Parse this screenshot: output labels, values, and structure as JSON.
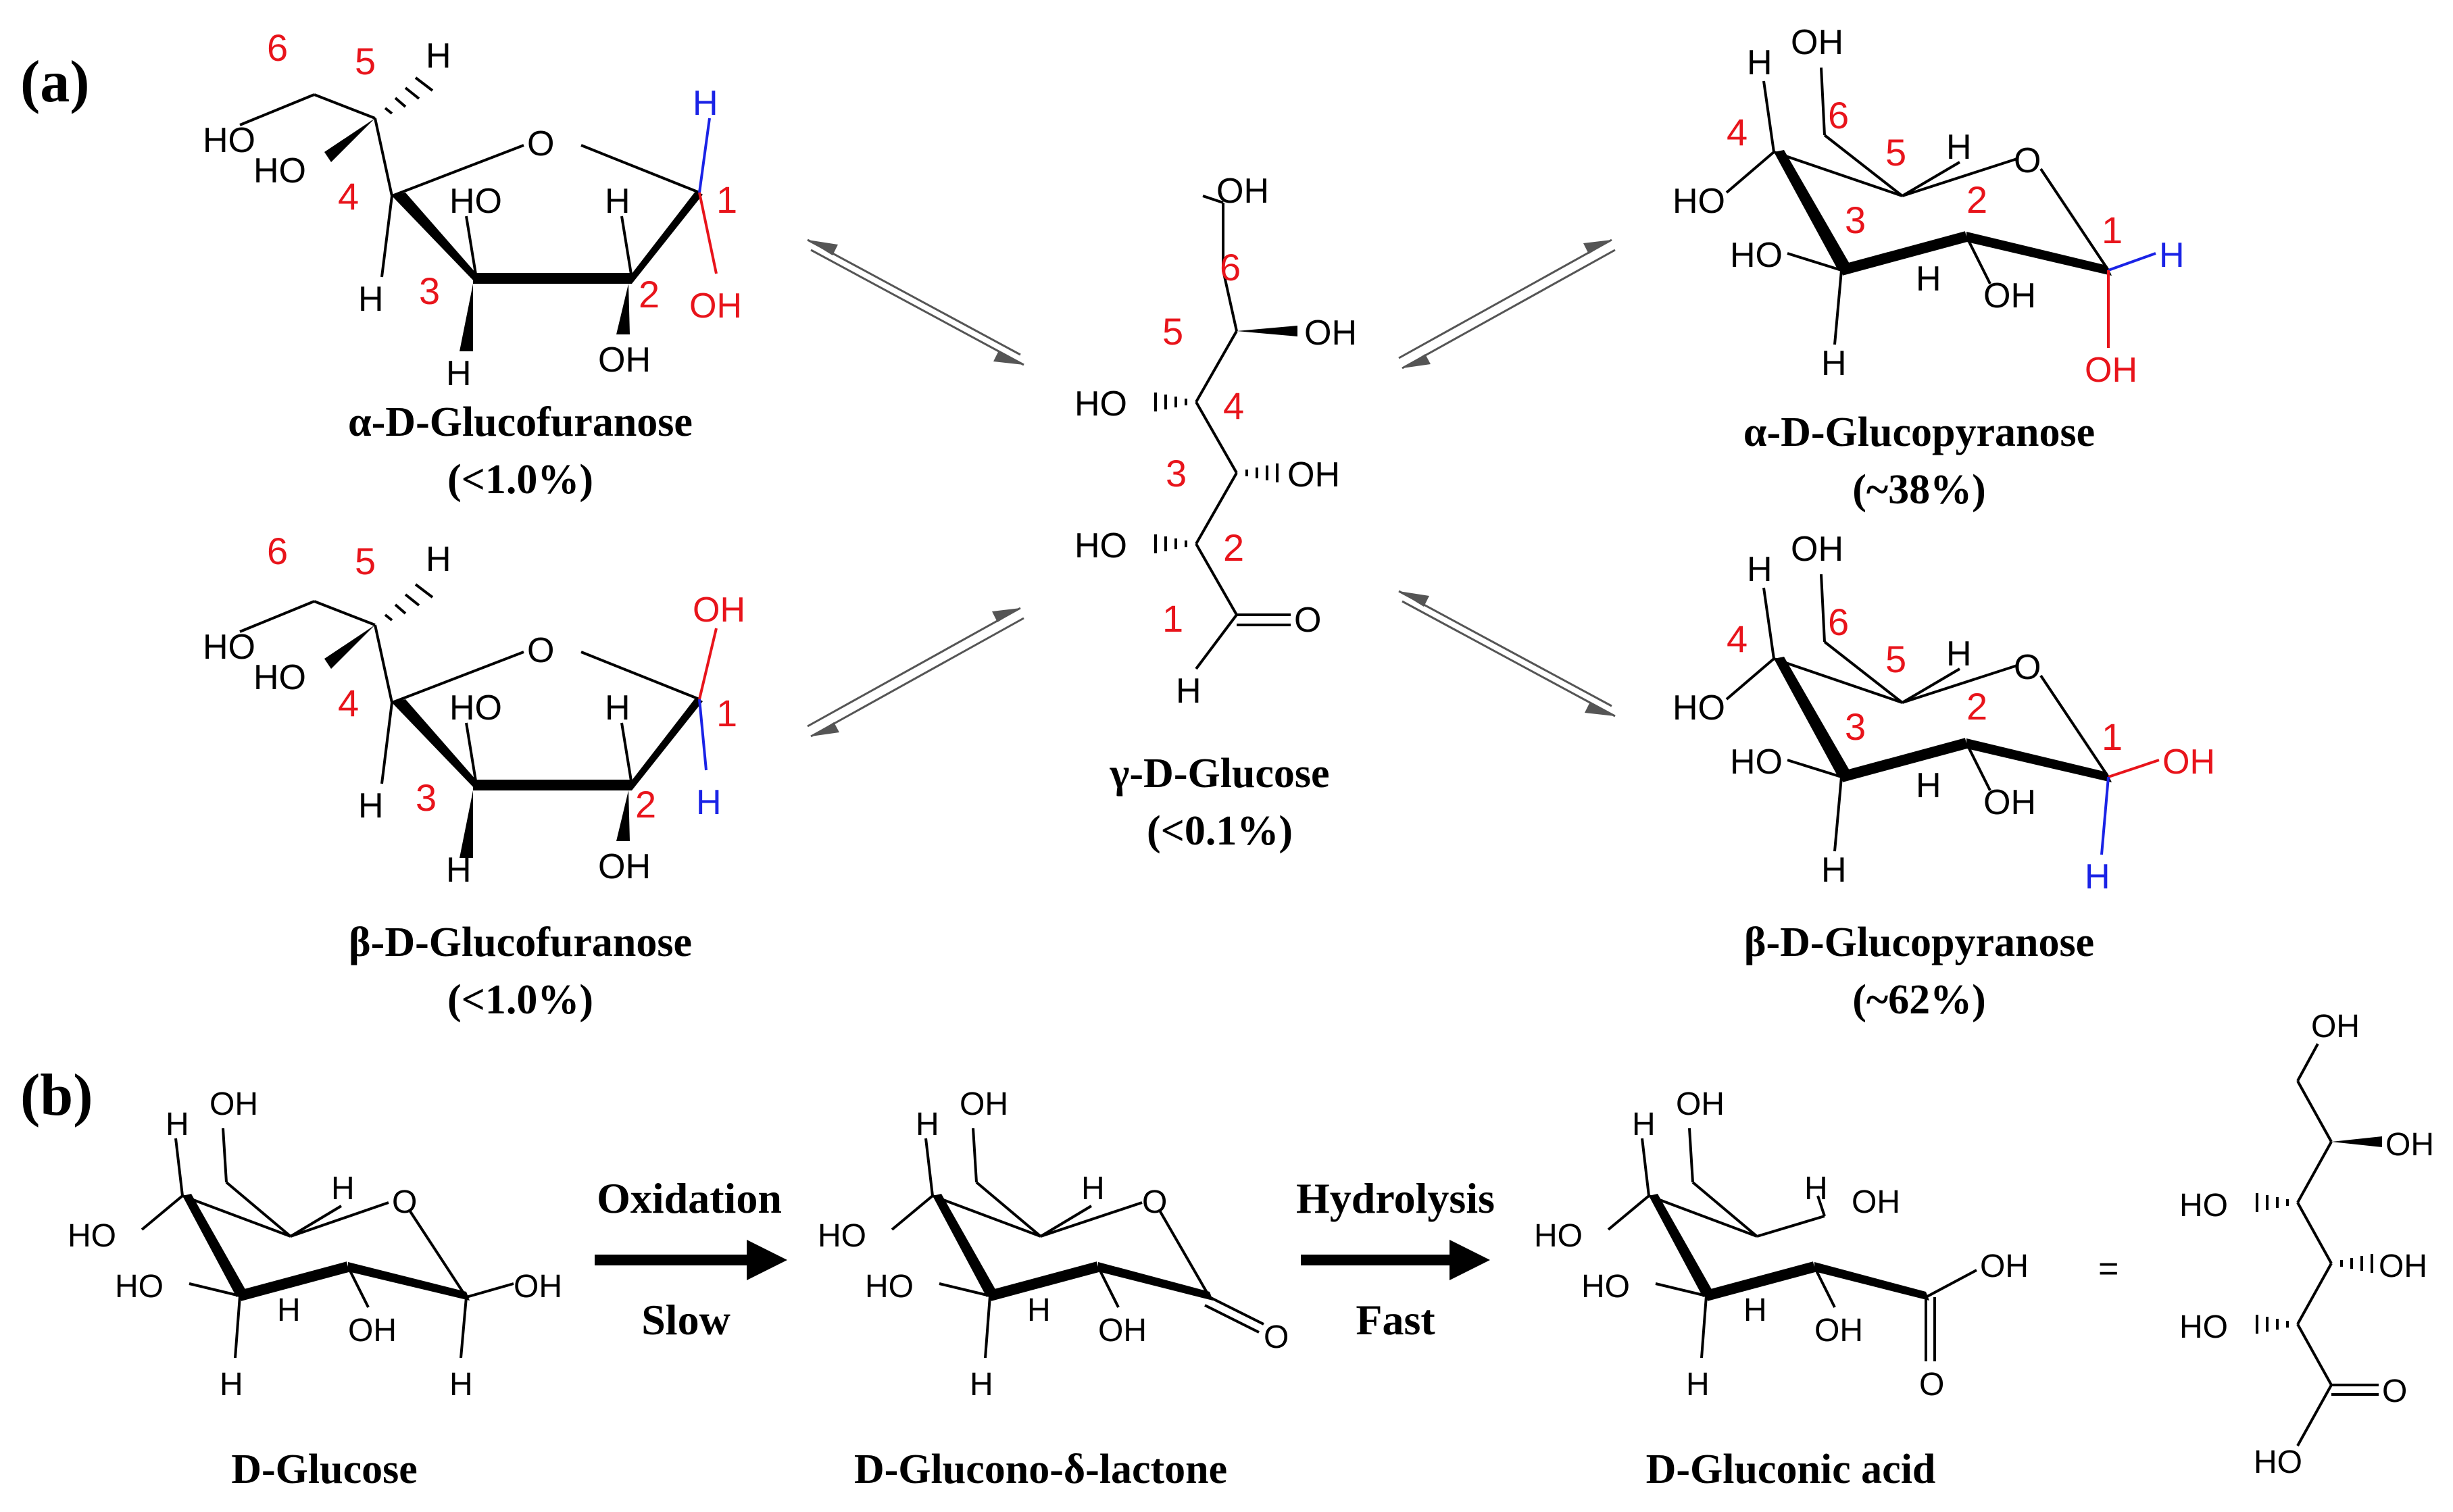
{
  "panels": {
    "a_label": "(a)",
    "b_label": "(b)"
  },
  "panel_a": {
    "alpha_furanose": {
      "name": "α-D-Glucofuranose",
      "percent": "(<1.0%)"
    },
    "beta_furanose": {
      "name": "β-D-Glucofuranose",
      "percent": "(<1.0%)"
    },
    "open_chain": {
      "name": "γ-D-Glucose",
      "percent": "(<0.1%)"
    },
    "alpha_pyranose": {
      "name": "α-D-Glucopyranose",
      "percent": "(~38%)"
    },
    "beta_pyranose": {
      "name": "β-D-Glucopyranose",
      "percent": "(~62%)"
    }
  },
  "panel_b": {
    "glucose": "D-Glucose",
    "lactone": "D-Glucono-δ-lactone",
    "gluconic": "D-Gluconic acid",
    "step1": {
      "label": "Oxidation",
      "rate": "Slow",
      "rate_color": "#e8141b"
    },
    "step2": {
      "label": "Hydrolysis",
      "rate": "Fast",
      "rate_color": "#1aa84a"
    },
    "equals": "="
  },
  "atoms": {
    "OH": "OH",
    "HO": "HO",
    "H": "H",
    "O": "O",
    "n1": "1",
    "n2": "2",
    "n3": "3",
    "n4": "4",
    "n5": "5",
    "n6": "6"
  },
  "colors": {
    "number": "#e8141b",
    "anomeric_h": "#1a23e6",
    "anomeric_oh": "#e8141b"
  }
}
